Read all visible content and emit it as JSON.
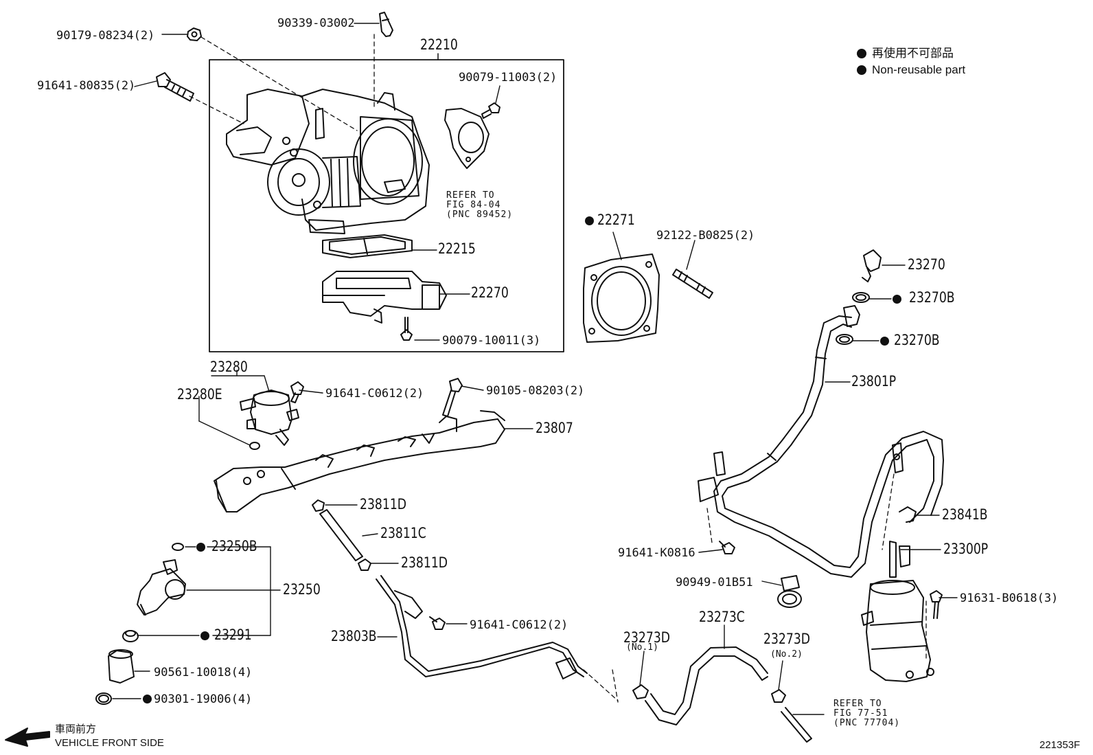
{
  "legend": {
    "japanese": "再使用不可部品",
    "english": "Non-reusable part"
  },
  "parts": {
    "p90339": "90339-03002",
    "p22210": "22210",
    "p90179": "90179-08234(2)",
    "p91641a": "91641-80835(2)",
    "p90079a": "90079-11003(2)",
    "p22215": "22215",
    "p22270": "22270",
    "p90079b": "90079-10011(3)",
    "p22271": "22271",
    "p92122": "92122-B0825(2)",
    "p23270": "23270",
    "p23270b1": "23270B",
    "p23270b2": "23270B",
    "p23280": "23280",
    "p23280e": "23280E",
    "p91641c1": "91641-C0612(2)",
    "p90105": "90105-08203(2)",
    "p23807": "23807",
    "p23801p": "23801P",
    "p23811d1": "23811D",
    "p23811c": "23811C",
    "p23811d2": "23811D",
    "p23841b": "23841B",
    "p23300p": "23300P",
    "p91641k": "91641-K0816",
    "p23250b": "23250B",
    "p23250": "23250",
    "p23291": "23291",
    "p90949": "90949-01B51",
    "p91631": "91631-B0618(3)",
    "p91641c2": "91641-C0612(2)",
    "p23803b": "23803B",
    "p23273d1": "23273D",
    "p23273d1sub": "(No.1)",
    "p23273c": "23273C",
    "p23273d2": "23273D",
    "p23273d2sub": "(No.2)",
    "p90561": "90561-10018(4)",
    "p90301": "90301-19006(4)"
  },
  "refer1": {
    "l1": "REFER TO",
    "l2": "FIG 84-04",
    "l3": "(PNC 89452)"
  },
  "refer2": {
    "l1": "REFER TO",
    "l2": "FIG 77-51",
    "l3": "(PNC 77704)"
  },
  "direction": {
    "japanese": "車両前方",
    "english": "VEHICLE FRONT SIDE"
  },
  "figure_id": "221353F"
}
